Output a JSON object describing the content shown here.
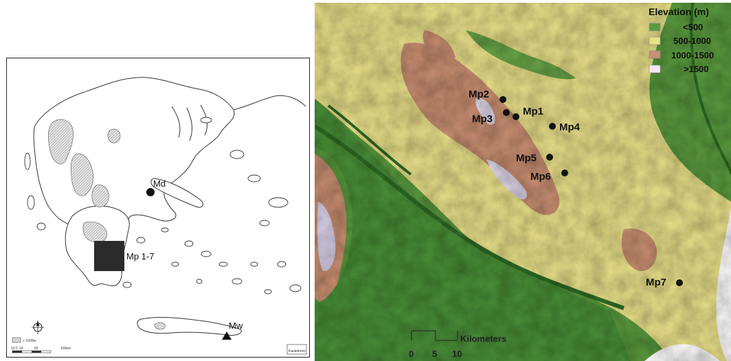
{
  "overview_map": {
    "sites": [
      {
        "label": "Md",
        "marker": "circle"
      },
      {
        "label": "Mp 1-7",
        "marker": "square"
      },
      {
        "label": "Mw",
        "marker": "triangle"
      }
    ],
    "legend_note": "> 1000m",
    "scale_ticks": [
      "10",
      "0",
      "10",
      "50",
      "100km"
    ],
    "corner_label": "Kastelorizo",
    "north_arrow_icon": "north-arrow-icon"
  },
  "detail_map": {
    "legend": {
      "title": "Elevation (m)",
      "items": [
        {
          "label": "<500",
          "color": "#5a9a3e"
        },
        {
          "label": "500-1000",
          "color": "#e9e08a"
        },
        {
          "label": "1000-1500",
          "color": "#c98f72"
        },
        {
          "label": ">1500",
          "color": "#f6e8f6"
        }
      ]
    },
    "sites": [
      {
        "label": "Mp2"
      },
      {
        "label": "Mp3"
      },
      {
        "label": "Mp1"
      },
      {
        "label": "Mp4"
      },
      {
        "label": "Mp5"
      },
      {
        "label": "Mp6"
      },
      {
        "label": "Mp7"
      }
    ],
    "scale_bar": {
      "unit": "Kilometers",
      "ticks": [
        "0",
        "5",
        "10"
      ]
    }
  }
}
